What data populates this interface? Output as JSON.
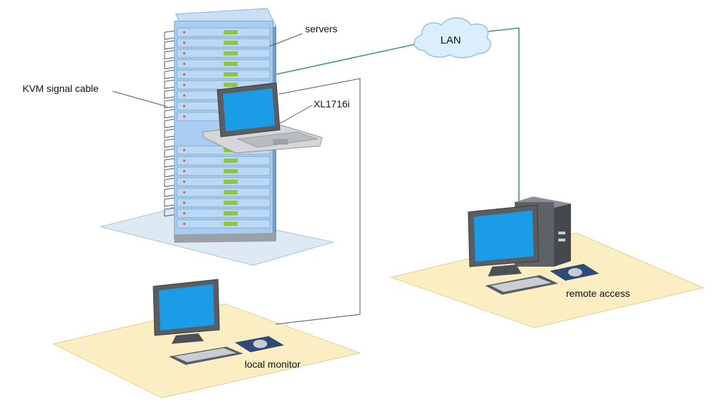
{
  "labels": {
    "servers": "servers",
    "kvm_cable": "KVM signal cable",
    "xl1716i": "XL1716i",
    "lan": "LAN",
    "local_monitor": "local monitor",
    "remote_access": "remote access"
  },
  "colors": {
    "rack_blue": "#a9cdf0",
    "rack_dark": "#6f9cc9",
    "led_green": "#8dc63f",
    "screen_blue": "#1a9de6",
    "lan_line": "#3d9a72",
    "floor_tan": "#fbeec2",
    "floor_blue": "#dde9f3",
    "cloud": "#dbeefb"
  }
}
